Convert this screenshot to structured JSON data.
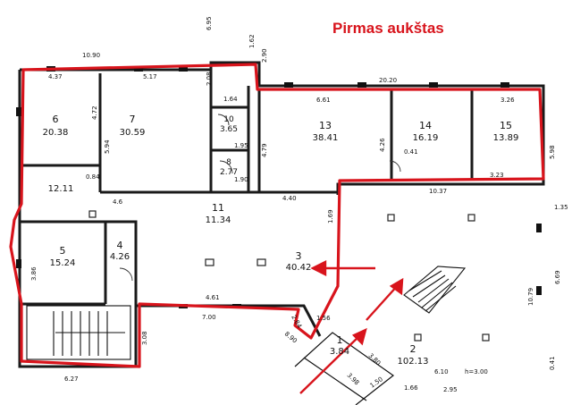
{
  "title": "Pirmas aukštas",
  "colors": {
    "accent_red": "#d8141c",
    "ink": "#111111"
  },
  "rooms": [
    {
      "number": "6",
      "area": "20.38"
    },
    {
      "number": "7",
      "area": "30.59"
    },
    {
      "number": "10",
      "area": "3.65"
    },
    {
      "number": "8",
      "area": "2.77"
    },
    {
      "number": "13",
      "area": "38.41"
    },
    {
      "number": "14",
      "area": "16.19"
    },
    {
      "number": "15",
      "area": "13.89"
    },
    {
      "number": "",
      "area": "12.11"
    },
    {
      "number": "11",
      "area": "11.34"
    },
    {
      "number": "5",
      "area": "15.24"
    },
    {
      "number": "4",
      "area": "4.26"
    },
    {
      "number": "3",
      "area": "40.42"
    },
    {
      "number": "1",
      "area": "3.84"
    },
    {
      "number": "2",
      "area": "102.13"
    }
  ],
  "dimensions": [
    "6.95",
    "1.62",
    "2.90",
    "10.90",
    "4.37",
    "5.17",
    "2.08",
    "1.64",
    "20.20",
    "6.61",
    "3.26",
    "4.72",
    "5.94",
    "4.79",
    "4.26",
    "0.41",
    "5.98",
    "3.23",
    "1.95",
    "1.90",
    "0.84",
    "4.40",
    "10.37",
    "1.35",
    "1.69",
    "3.86",
    "4.61",
    "7.00",
    "2.84",
    "1.56",
    "6.27",
    "3.08",
    "8.90",
    "3.80",
    "3.98",
    "1.50",
    "6.10",
    "h=3.00",
    "2.95",
    "1.66",
    "10.79",
    "6.69",
    "0.41",
    "4.6"
  ]
}
